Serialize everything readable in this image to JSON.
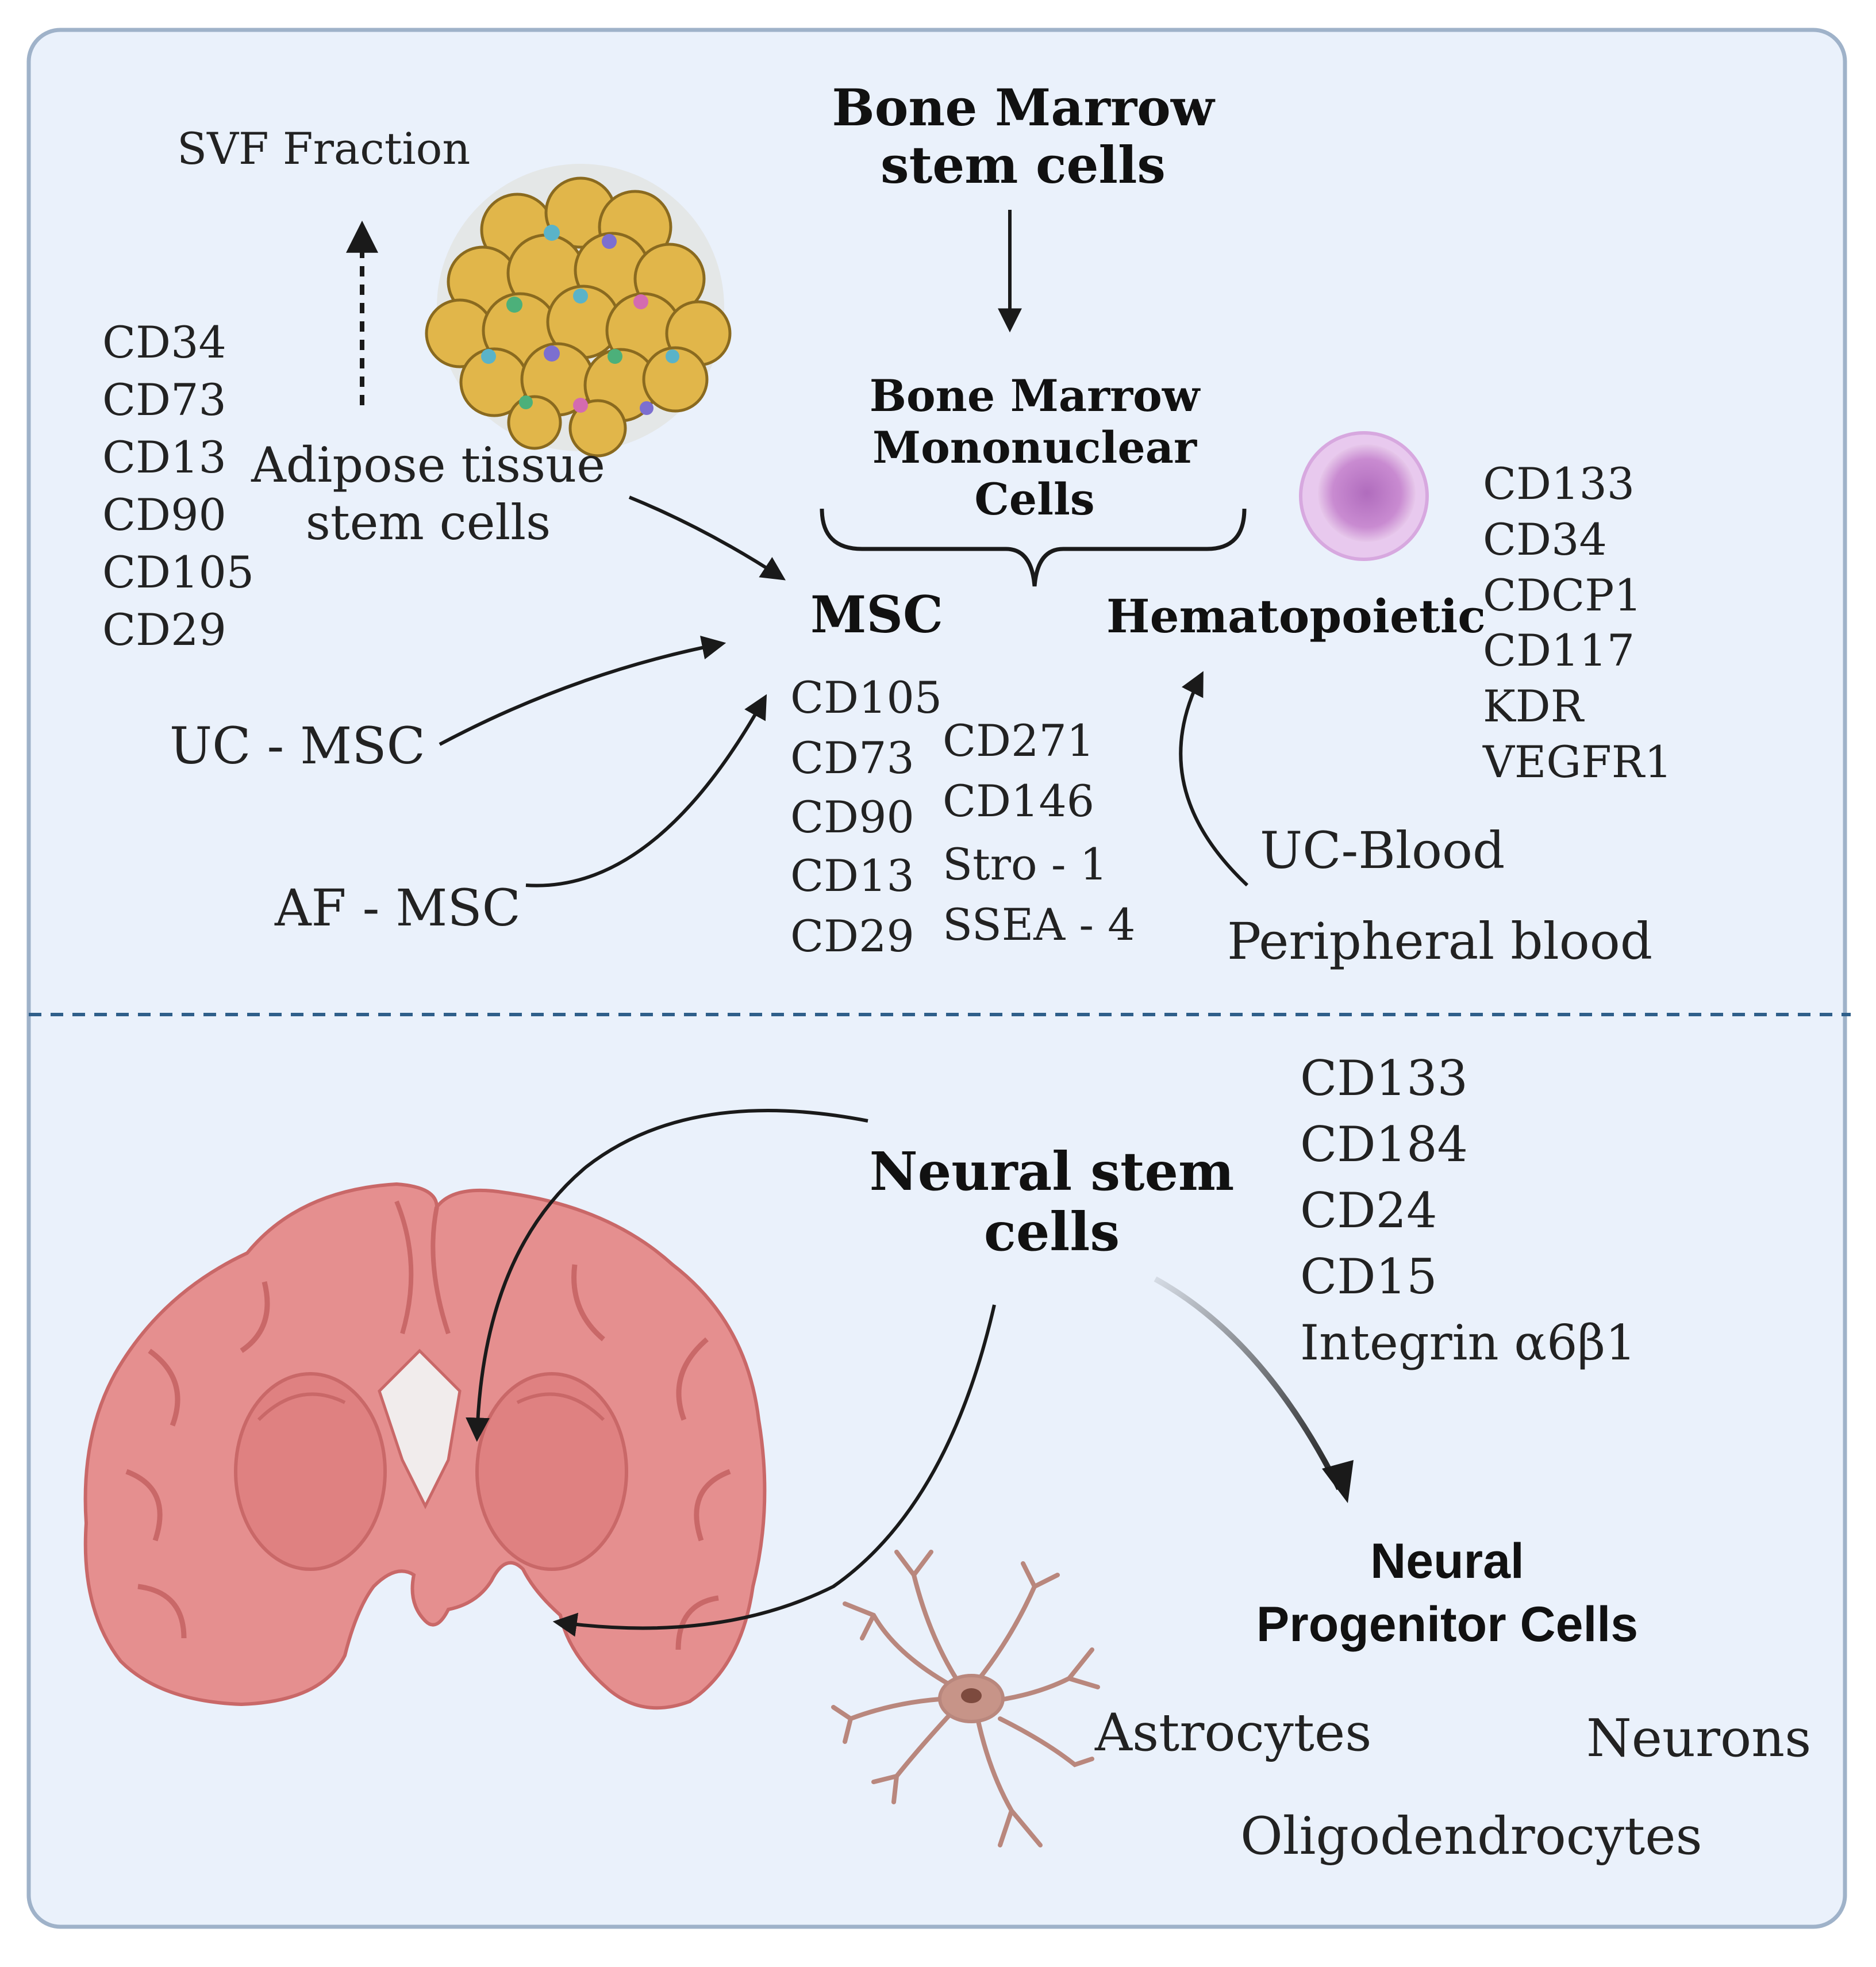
{
  "adipose": {
    "svf_label": "SVF Fraction",
    "title_line1": "Adipose tissue",
    "title_line2": "stem cells",
    "markers": [
      "CD34",
      "CD73",
      "CD13",
      "CD90",
      "CD105",
      "CD29"
    ]
  },
  "bone_marrow": {
    "title_line1": "Bone Marrow",
    "title_line2": "stem cells",
    "mnc_line1": "Bone Marrow",
    "mnc_line2": "Mononuclear",
    "mnc_line3": "Cells"
  },
  "msc": {
    "label": "MSC",
    "markers_col1": [
      "CD105",
      "CD73",
      "CD90",
      "CD13",
      "CD29"
    ],
    "markers_col2": [
      "CD271",
      "CD146",
      "Stro - 1",
      "SSEA - 4"
    ]
  },
  "hematopoietic": {
    "label": "Hematopoietic",
    "markers": [
      "CD133",
      "CD34",
      "CDCP1",
      "CD117",
      "KDR",
      "VEGFR1"
    ]
  },
  "sources": {
    "uc_msc": "UC - MSC",
    "af_msc": "AF - MSC",
    "uc_blood": "UC-Blood",
    "peripheral_blood": "Peripheral blood"
  },
  "neural": {
    "title_line1": "Neural stem",
    "title_line2": "cells",
    "markers": [
      "CD133",
      "CD184",
      "CD24",
      "CD15",
      "Integrin α6β1"
    ],
    "npc_line1": "Neural",
    "npc_line2": "Progenitor Cells",
    "astrocytes": "Astrocytes",
    "neurons": "Neurons",
    "oligodendrocytes": "Oligodendrocytes"
  },
  "colors": {
    "panel_bg": "#eaf1fb",
    "panel_border": "#9fb2c9",
    "divider": "#2f5f8a",
    "brain": "#e58f8f",
    "brain_dark": "#c96868",
    "fat_cell": "#e1b64a",
    "blood_cell": "#c98bd1"
  }
}
